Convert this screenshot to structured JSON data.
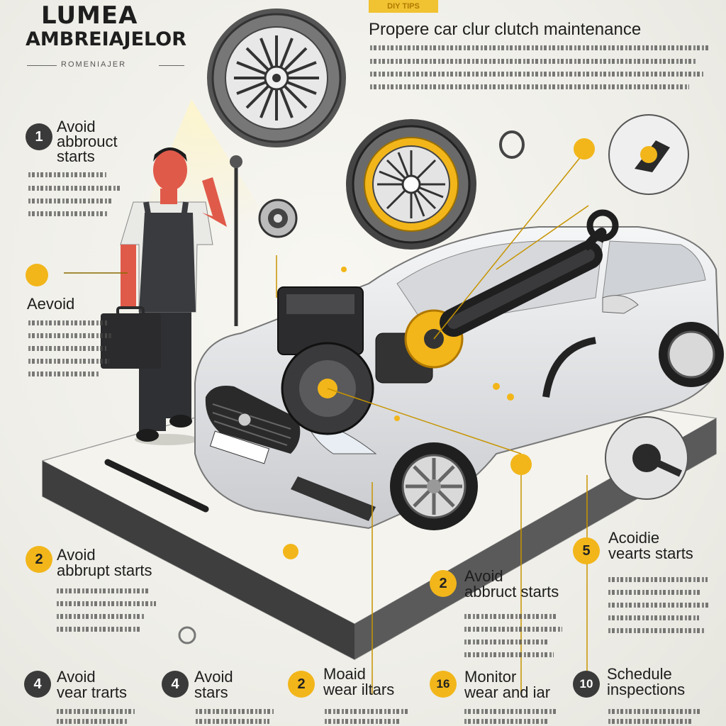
{
  "header": {
    "brand_line1": "LUMEA",
    "brand_line2": "AMBREIAJELOR",
    "brand_sub": "ROMENIAJER",
    "tag": "DIY TIPS",
    "title": "Propere car clur clutch maintenance"
  },
  "callouts": [
    {
      "num": "1",
      "text": "Avoid\nabbrouct\nstarts",
      "style": "dark"
    },
    {
      "num": "",
      "text": "Aevoid",
      "style": "gold"
    },
    {
      "num": "2",
      "text": "Avoid\nabbrupt starts",
      "style": "gold"
    },
    {
      "num": "2",
      "text": "Avoid\nabbruct starts",
      "style": "gold"
    },
    {
      "num": "5",
      "text": "Acoidie\nvearts starts",
      "style": "gold"
    },
    {
      "num": "4",
      "text": "Avoid\nvear trarts",
      "style": "dark"
    },
    {
      "num": "4",
      "text": "Avoid\nstars",
      "style": "dark"
    },
    {
      "num": "2",
      "text": "Moaid\nwear iltars",
      "style": "gold"
    },
    {
      "num": "16",
      "text": "Monitor\nwear and iar",
      "style": "gold"
    },
    {
      "num": "10",
      "text": "Schedule\ninspections",
      "style": "dark"
    }
  ],
  "colors": {
    "accent": "#f2b61a",
    "dark_badge": "#3a3a3a",
    "car": "#e9eaec",
    "outline": "#2a2a2a"
  }
}
